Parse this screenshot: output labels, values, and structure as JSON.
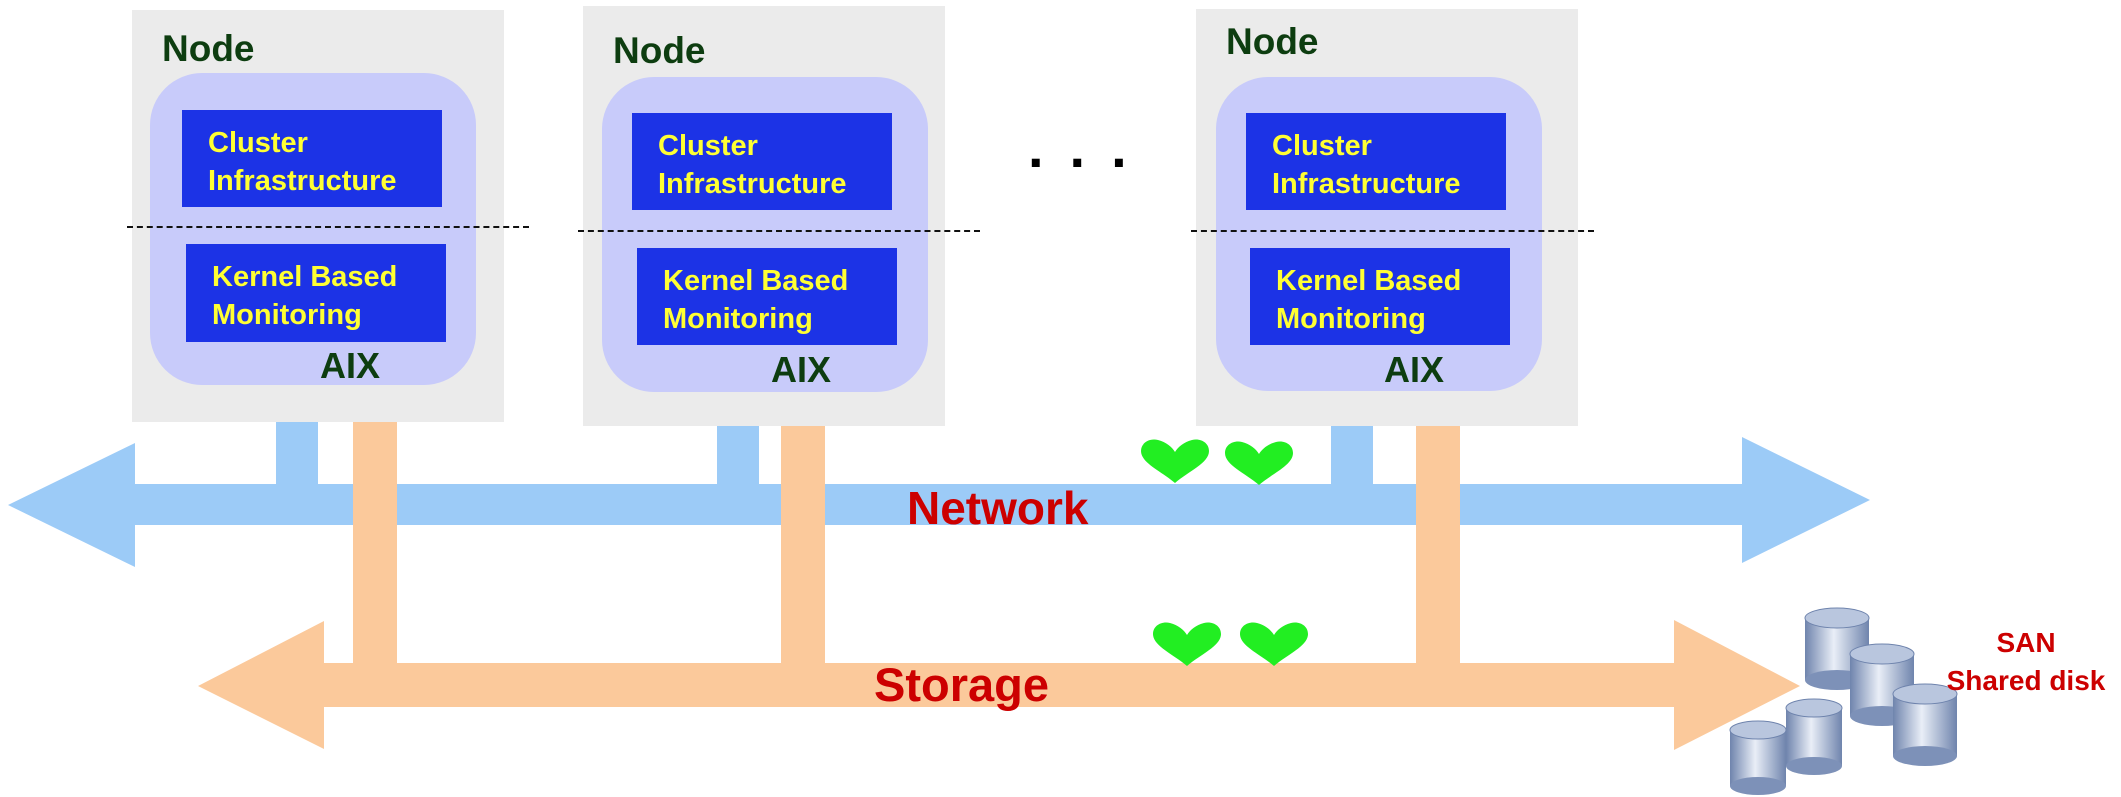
{
  "nodes": [
    {
      "title": "Node",
      "infrastructure": [
        "Cluster",
        "Infrastructure"
      ],
      "monitoring": [
        "Kernel Based",
        "Monitoring"
      ],
      "os": "AIX"
    },
    {
      "title": "Node",
      "infrastructure": [
        "Cluster",
        "Infrastructure"
      ],
      "monitoring": [
        "Kernel Based",
        "Monitoring"
      ],
      "os": "AIX"
    },
    {
      "title": "Node",
      "infrastructure": [
        "Cluster",
        "Infrastructure"
      ],
      "monitoring": [
        "Kernel Based",
        "Monitoring"
      ],
      "os": "AIX"
    }
  ],
  "ellipsis": "...",
  "network": {
    "label": "Network"
  },
  "storage": {
    "label": "Storage"
  },
  "san": {
    "line1": "SAN",
    "line2": "Shared disk"
  },
  "colors": {
    "node_bg": "#ebebeb",
    "os_panel": "#c8cbfa",
    "component_box": "#1c33e6",
    "component_text": "#ffff33",
    "node_title": "#0d3d10",
    "network_bus": "#9ccbf7",
    "storage_bus": "#fbc99b",
    "heartbeat": "#22ee22",
    "bus_label": "#cc0000",
    "disk": "#8fa3c7"
  },
  "icons": {
    "heartbeat": "heart-icon",
    "disk": "disk-cylinder-icon"
  }
}
